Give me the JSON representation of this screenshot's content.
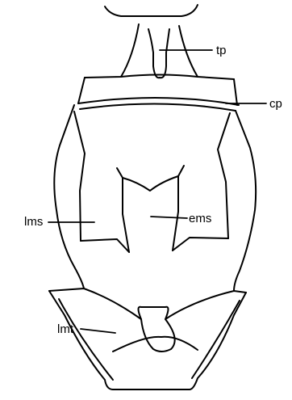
{
  "labels": {
    "tp": "tp",
    "cp": "cp",
    "lms": "lms",
    "ems": "ems",
    "lmt": "lmt"
  },
  "colors": {
    "stroke": "#000000",
    "background": "#ffffff"
  }
}
